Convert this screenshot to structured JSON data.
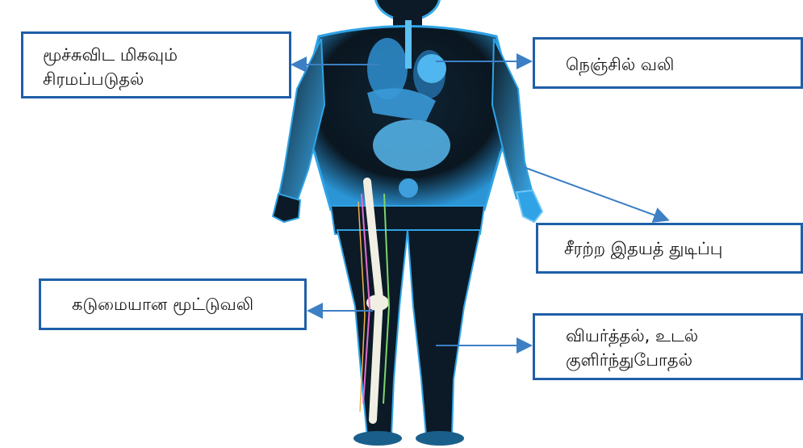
{
  "labels": {
    "breathing": [
      "மூச்சுவிட மிகவும்",
      "சிரமப்படுதல்"
    ],
    "chest_pain": "நெஞ்சில் வலி",
    "irregular_heartbeat": "சீரற்ற இதயத் துடிப்பு",
    "joint_pain": "கடுமையான மூட்டுவலி",
    "sweating": [
      "வியர்த்தல், உடல்",
      "குளிர்ந்துபோதல்"
    ]
  },
  "colors": {
    "box_border": "#1f5fa8",
    "arrow": "#3d7fc4",
    "body_dark": "#0b1a26",
    "body_glow": "#2fa3e6",
    "organ": "#6ec6f5"
  }
}
